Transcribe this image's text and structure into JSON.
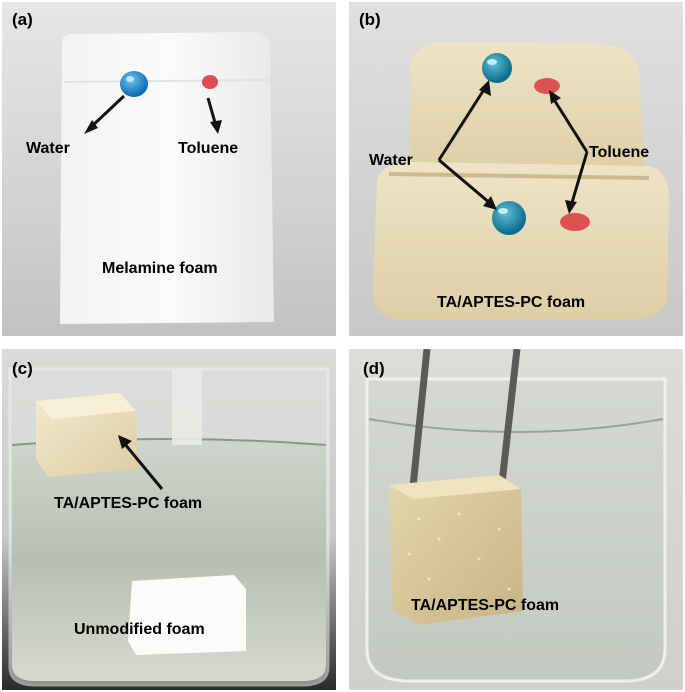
{
  "panels": {
    "a": {
      "label": "(a)",
      "water": "Water",
      "toluene": "Toluene",
      "caption": "Melamine foam"
    },
    "b": {
      "label": "(b)",
      "water": "Water",
      "toluene": "Toluene",
      "caption": "TA/APTES-PC foam"
    },
    "c": {
      "label": "(c)",
      "top_caption": "TA/APTES-PC foam",
      "bottom_caption": "Unmodified foam"
    },
    "d": {
      "label": "(d)",
      "caption": "TA/APTES-PC foam"
    }
  },
  "colors": {
    "water_drop": "#1a8fd0",
    "toluene_drop": "#d8303a",
    "melamine_foam": "#f7f7f6",
    "modified_foam": "#e9dcb8",
    "background_grey": "#cfcfcd"
  }
}
